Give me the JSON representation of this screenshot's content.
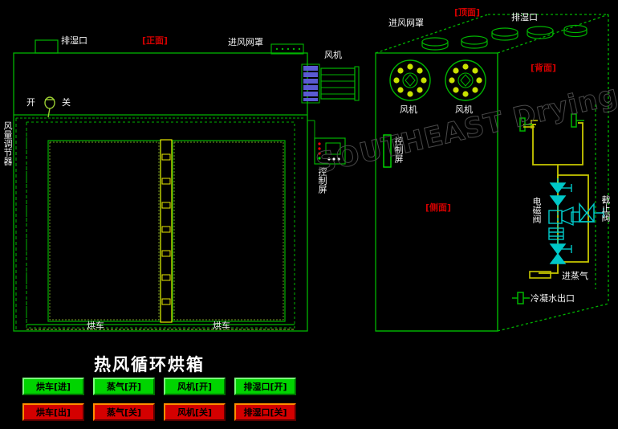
{
  "diagram": {
    "title": "热风循环烘箱",
    "watermark": "SOUTHEAST Drying",
    "views": {
      "front": "[正面]",
      "top": "[顶面]",
      "side": "[侧面]",
      "back": "[背面]"
    },
    "front_view": {
      "exhaust_port": "排湿口",
      "intake_mesh": "进风网罩",
      "fan": "风机",
      "open": "开",
      "close": "关",
      "air_regulator": "风量调节器",
      "control_screen": "控制屏",
      "cart_left": "烘车",
      "cart_right": "烘车"
    },
    "top_view": {
      "intake_mesh": "进风网罩",
      "exhaust_port": "排湿口",
      "fan_left": "风机",
      "fan_right": "风机",
      "control_screen": "控制屏"
    },
    "piping": {
      "solenoid_valve": "电磁阀",
      "stop_valve": "截止阀",
      "steam_inlet": "进蒸气",
      "condensate_outlet": "冷凝水出口"
    }
  },
  "controls": {
    "row_on": [
      {
        "label": "烘车[进]",
        "state": "on"
      },
      {
        "label": "蒸气[开]",
        "state": "on"
      },
      {
        "label": "风机[开]",
        "state": "on"
      },
      {
        "label": "排湿口[开]",
        "state": "on"
      }
    ],
    "row_off": [
      {
        "label": "烘车[出]",
        "state": "off"
      },
      {
        "label": "蒸气[关]",
        "state": "off"
      },
      {
        "label": "风机[关]",
        "state": "off"
      },
      {
        "label": "排湿口[关]",
        "state": "off"
      }
    ]
  },
  "colors": {
    "background": "#000000",
    "line_green": "#00b400",
    "line_bright_green": "#00ff00",
    "line_yellow": "#c8c800",
    "line_cyan": "#00c8c8",
    "fan_blue": "#5a5ad2",
    "node_yellow_green": "#c8e100",
    "label_red": "#d20000",
    "text_white": "#f2f2f2",
    "btn_green": "#00d400",
    "btn_red": "#d40000"
  }
}
